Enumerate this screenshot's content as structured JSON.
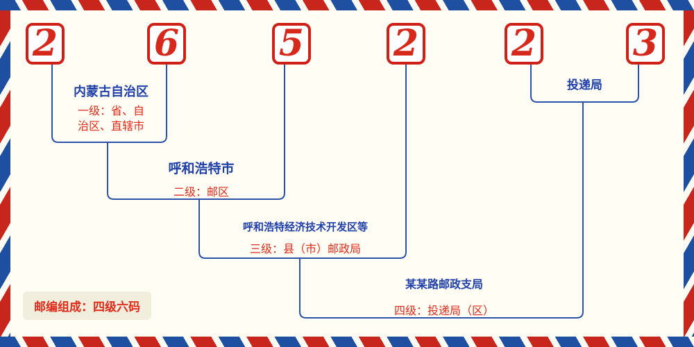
{
  "postal_code": {
    "digits": [
      "2",
      "6",
      "5",
      "2",
      "2",
      "3"
    ]
  },
  "labels": {
    "level1": {
      "title": "内蒙古自治区",
      "desc_line1": "一级：省、自",
      "desc_line2": "治区、直辖市"
    },
    "level2": {
      "title": "呼和浩特市",
      "desc": "二级：邮区"
    },
    "level3": {
      "title": "呼和浩特经济技术开发区等",
      "desc": "三级：县（市）邮政局"
    },
    "level4": {
      "title": "某某路邮政支局",
      "desc": "四级：投递局（区）"
    },
    "delivery": {
      "title": "投递局"
    }
  },
  "footer_badge": {
    "text": "邮编组成：四级六码"
  },
  "colors": {
    "digit_red": "#d7281c",
    "line_blue": "#2b52a8",
    "title_blue": "#1f3fa8",
    "desc_red": "#e02a1a"
  }
}
